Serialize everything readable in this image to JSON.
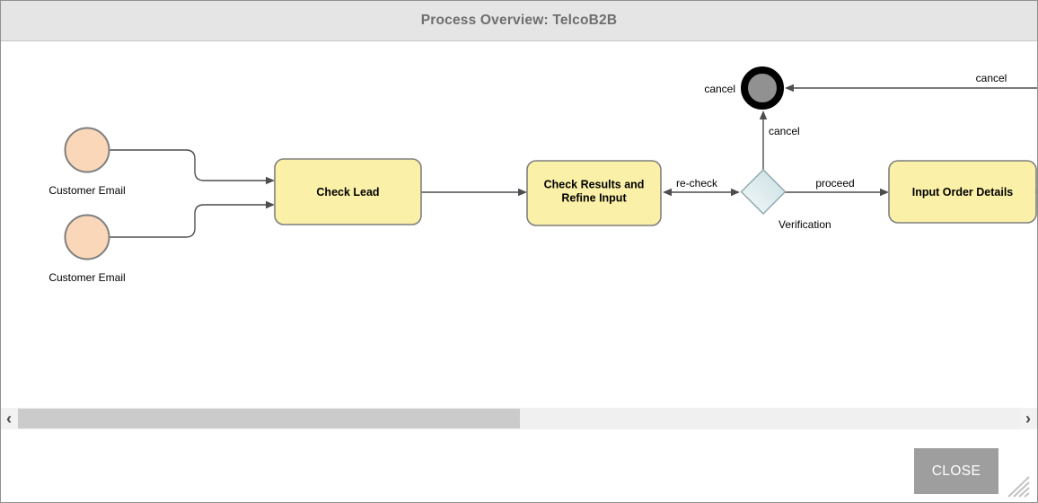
{
  "dialog": {
    "title": "Process Overview: TelcoB2B",
    "close_button_label": "CLOSE"
  },
  "diagram": {
    "start_events": [
      {
        "label": "Customer Email"
      },
      {
        "label": "Customer Email"
      }
    ],
    "tasks": [
      {
        "lines": [
          "Check Lead"
        ]
      },
      {
        "lines": [
          "Check Results and",
          "Refine Input"
        ]
      },
      {
        "lines": [
          "Input Order Details"
        ]
      }
    ],
    "gateway": {
      "label": "Verification"
    },
    "end_event": {
      "label": "cancel"
    },
    "flow_labels": {
      "recheck": "re-check",
      "proceed": "proceed",
      "cancel_from_gateway": "cancel",
      "cancel_from_right": "cancel"
    },
    "colors": {
      "task_fill": "#FBF0A7",
      "task_border": "#7F7F7F",
      "start_fill": "#F9D7B8",
      "gateway_fill_top": "#C9DDE2",
      "gateway_fill_bottom": "#F4FAFA",
      "end_event_fill": "#919191",
      "end_event_ring": "#000000",
      "line": "#4D4D4D"
    }
  },
  "scrollbar": {
    "left_arrow_glyph": "‹",
    "right_arrow_glyph": "›"
  }
}
